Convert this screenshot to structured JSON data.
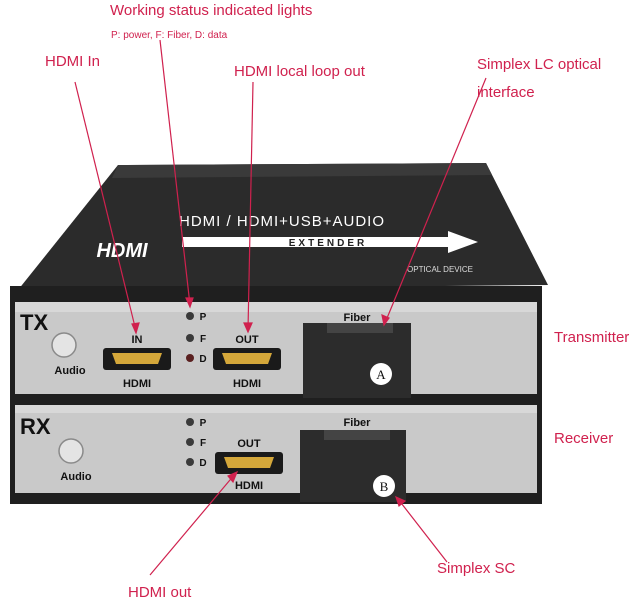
{
  "annotations": {
    "working_status": "Working status indicated lights",
    "led_legend": "P: power, F: Fiber, D: data",
    "hdmi_in": "HDMI In",
    "hdmi_loop_out": "HDMI local loop out",
    "simplex_lc_line1": "Simplex LC optical",
    "simplex_lc_line2": "interface",
    "transmitter": "Transmitter",
    "receiver": "Receiver",
    "simplex_sc": "Simplex SC",
    "hdmi_out": "HDMI out"
  },
  "device_top": {
    "title": "HDMI / HDMI+USB+AUDIO",
    "logo": "HDMI",
    "arrow_text": "EXTENDER",
    "subtitle": "OPTICAL DEVICE"
  },
  "tx": {
    "label": "TX",
    "audio": "Audio",
    "in_label": "IN",
    "hdmi_label_1": "HDMI",
    "leds": [
      "P",
      "F",
      "D"
    ],
    "out_label": "OUT",
    "hdmi_label_2": "HDMI",
    "fiber_label": "Fiber",
    "port_letter": "A"
  },
  "rx": {
    "label": "RX",
    "audio": "Audio",
    "leds": [
      "P",
      "F",
      "D"
    ],
    "out_label": "OUT",
    "hdmi_label": "HDMI",
    "fiber_label": "Fiber",
    "port_letter": "B"
  },
  "colors": {
    "annotation": "#d0214e",
    "panel": "#c9c9c9",
    "housing": "#2a2a2a"
  }
}
